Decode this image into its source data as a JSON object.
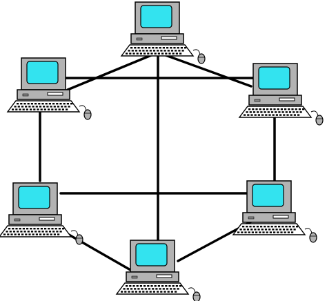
{
  "diagram": {
    "type": "network-topology",
    "nodes": [
      {
        "id": "top",
        "icon": "desktop-computer-icon"
      },
      {
        "id": "upper-left",
        "icon": "desktop-computer-icon"
      },
      {
        "id": "upper-right",
        "icon": "desktop-computer-icon"
      },
      {
        "id": "lower-left",
        "icon": "desktop-computer-icon"
      },
      {
        "id": "lower-right",
        "icon": "desktop-computer-icon"
      },
      {
        "id": "bottom",
        "icon": "desktop-computer-icon"
      }
    ],
    "links": [
      [
        "top",
        "upper-left"
      ],
      [
        "top",
        "upper-right"
      ],
      [
        "top",
        "bottom"
      ],
      [
        "upper-left",
        "upper-right"
      ],
      [
        "upper-left",
        "lower-left"
      ],
      [
        "upper-right",
        "lower-right"
      ],
      [
        "lower-left",
        "lower-right"
      ],
      [
        "lower-left",
        "bottom"
      ],
      [
        "lower-right",
        "bottom"
      ]
    ],
    "colors": {
      "screen": "#33e3ef",
      "case": "#b3b3b3",
      "outline": "#000000",
      "cable": "#000000",
      "background": "#ffffff"
    }
  }
}
